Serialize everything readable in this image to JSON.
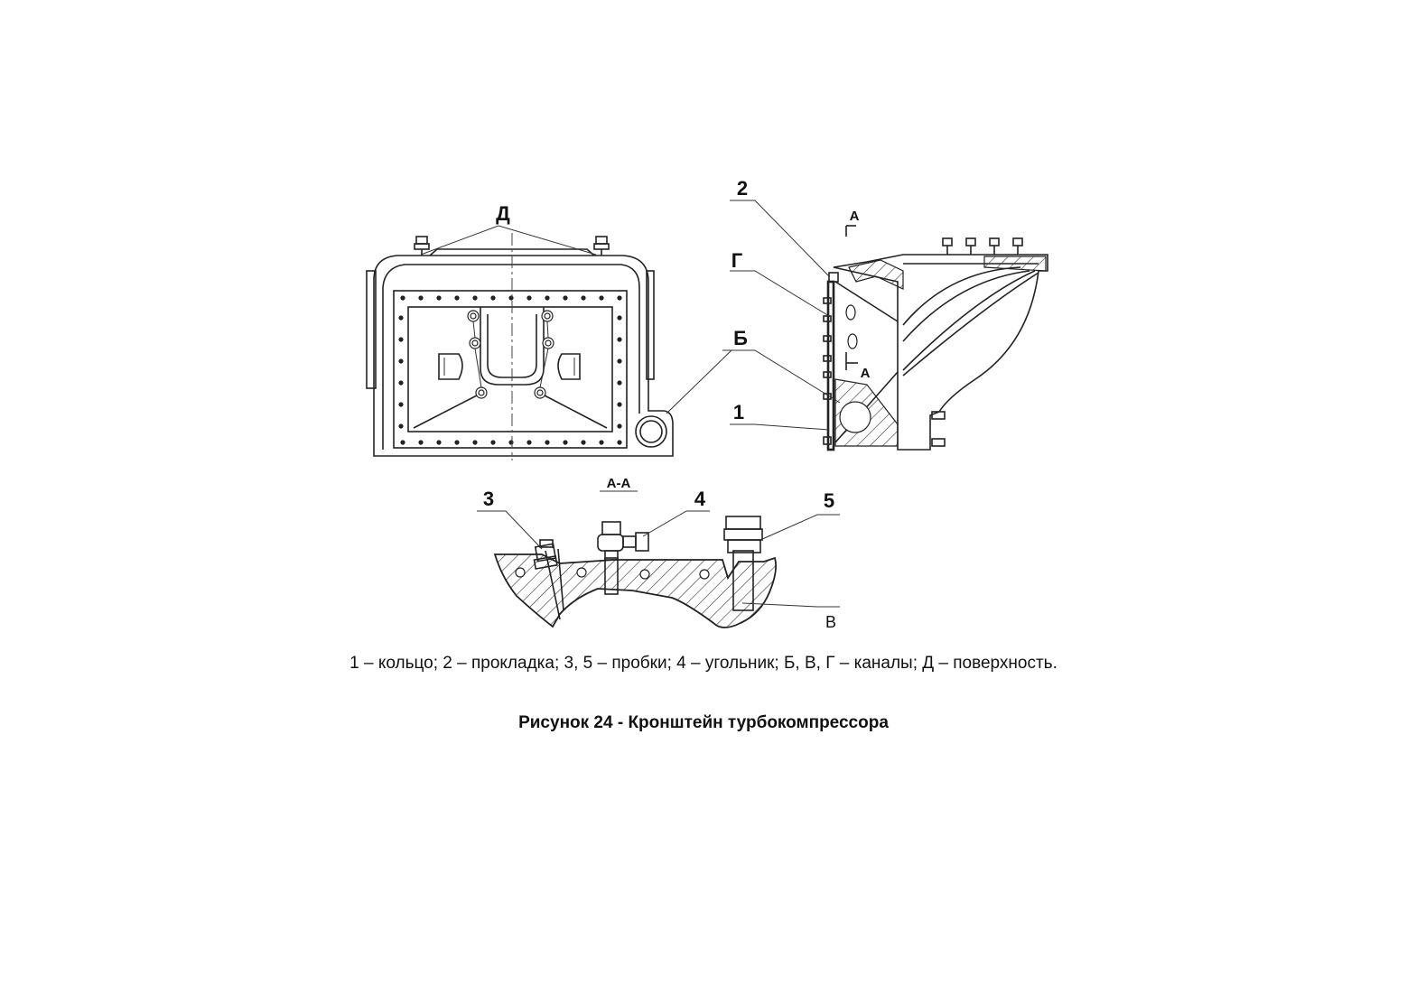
{
  "callouts": {
    "label_1": "1",
    "label_2": "2",
    "label_3": "3",
    "label_4": "4",
    "label_5": "5",
    "label_B": "Б",
    "label_V": "В",
    "label_G": "Г",
    "label_D": "Д",
    "label_A_top": "А",
    "label_A_side": "А",
    "section_title": "А-А"
  },
  "legend": "1 – кольцо; 2 – прокладка; 3, 5 – пробки; 4 – угольник; Б, В, Г – каналы; Д – поверхность.",
  "figure_title": "Рисунок 24 - Кронштейн турбокомпрессора"
}
